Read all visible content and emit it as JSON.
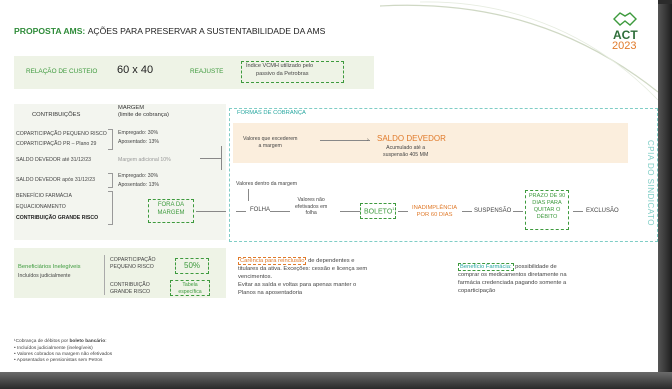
{
  "title": {
    "prefix": "PROPOSTA AMS:",
    "rest": "AÇÕES PARA PRESERVAR A SUSTENTABILIDADE DA AMS"
  },
  "logo": {
    "act": "ACT",
    "year": "2023"
  },
  "custeio": {
    "label": "RELAÇÃO DE CUSTEIO",
    "value": "60 x 40",
    "reajuste": "REAJUSTE",
    "indice_line1": "Índice VCMH utilizado pelo",
    "indice_line2": "passivo da Petrobras"
  },
  "contrib": {
    "header": "CONTRIBUIÇÕES",
    "margem_header1": "MARGEM",
    "margem_header2": "(limite de cobrança)",
    "rows": [
      "COPARTICIPAÇÃO PEQUENO RISCO",
      "COPARTICIPAÇÃO PR – Plano 29",
      "SALDO DEVEDOR até 31/12/23",
      "SALDO DEVEDOR após 31/12/23",
      "BENEFÍCIO FARMÁCIA",
      "EQUACIONAMENTO",
      "CONTRIBUIÇÃO GRANDE RISCO"
    ],
    "margem1_a": "Empregado: 30%",
    "margem1_b": "Aposentado: 13%",
    "margem2": "Margem adicional 10%",
    "margem3_a": "Empregado: 30%",
    "margem3_b": "Aposentado: 13%",
    "fora_a": "FORA DA",
    "fora_b": "MARGEM"
  },
  "formas": {
    "title": "FORMAS DE COBRANÇA",
    "exceder_a": "Valores que excederem",
    "exceder_b": "a margem",
    "saldo": "SALDO DEVEDOR",
    "acum_a": "Acumulado até a",
    "acum_b": "suspensão 405 MM",
    "dentro": "Valores dentro da margem",
    "folha": "FOLHA",
    "nao_ef_a": "Valores não",
    "nao_ef_b": "efetivados em",
    "nao_ef_c": "folha",
    "boleto": "BOLETO",
    "boleto_sup": "1",
    "inad_a": "INADIMPLÊNCIA",
    "inad_b": "POR 60 DIAS",
    "suspensao": "SUSPENSÃO",
    "prazo": [
      "PRAZO DE 90",
      "DIAS PARA",
      "QUITAR O",
      "DÉBITO"
    ],
    "exclusao": "EXCLUSÃO"
  },
  "side_label": "CPIA DO SINDICATO",
  "inelegiveis": {
    "title": "Beneficiários Inelegíveis",
    "sub": "Incluídos judicialmente",
    "copart_a": "COPARTICIPAÇÃO",
    "copart_b": "PEQUENO RISCO",
    "pct": "50%",
    "contrib_a": "CONTRIBUIÇÃO",
    "contrib_b": "GRANDE RISCO",
    "tabela_a": "Tabela",
    "tabela_b": "específica"
  },
  "carencia": {
    "highlight": "Carência para reinclusão",
    "text_l1_rest": " de dependentes e",
    "l2": "titulares da ativa. Exceções: cessão e licença sem",
    "l3": "vencimentos.",
    "l4": "Evitar as saída e voltas para apenas manter o",
    "l5": "Planos na aposentadoria"
  },
  "farmacia": {
    "highlight": "Benefício Farmácia:",
    "l1_rest": " possibilidade de",
    "l2": "comprar os medicamentos diretamente na",
    "l3": "farmácia credenciada pagando somente a",
    "l4": "coparticipação"
  },
  "footnote": {
    "l1_pre": "¹Cobrança de débitos por ",
    "l1_bold": "boleto bancário",
    "l1_post": ":",
    "bullets": [
      "Incluídos judicialmente (inelegíveis)",
      "Valores cobrados na margem não efetivados",
      "Aposentados e pensionistas sem Petros"
    ]
  },
  "colors": {
    "green": "#3d9a3d",
    "teal": "#28a7a0",
    "orange": "#e07a2a"
  }
}
